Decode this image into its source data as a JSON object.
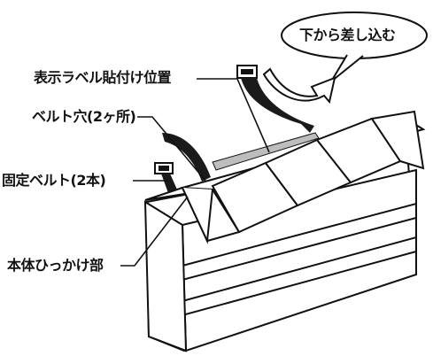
{
  "labels": {
    "label_position": "表示ラベル貼付け位置",
    "belt_hole": "ベルト穴(2ヶ所)",
    "fixing_belt": "固定ベルト(2本)",
    "body_hook": "本体ひっかけ部"
  },
  "callout": {
    "text": "下から差し込む"
  },
  "colors": {
    "stroke": "#111111",
    "background": "#ffffff",
    "label_area": "#bdbdbd",
    "belt": "#1a1a1a"
  },
  "icons": {
    "arrow": "curved-up-arrow"
  }
}
